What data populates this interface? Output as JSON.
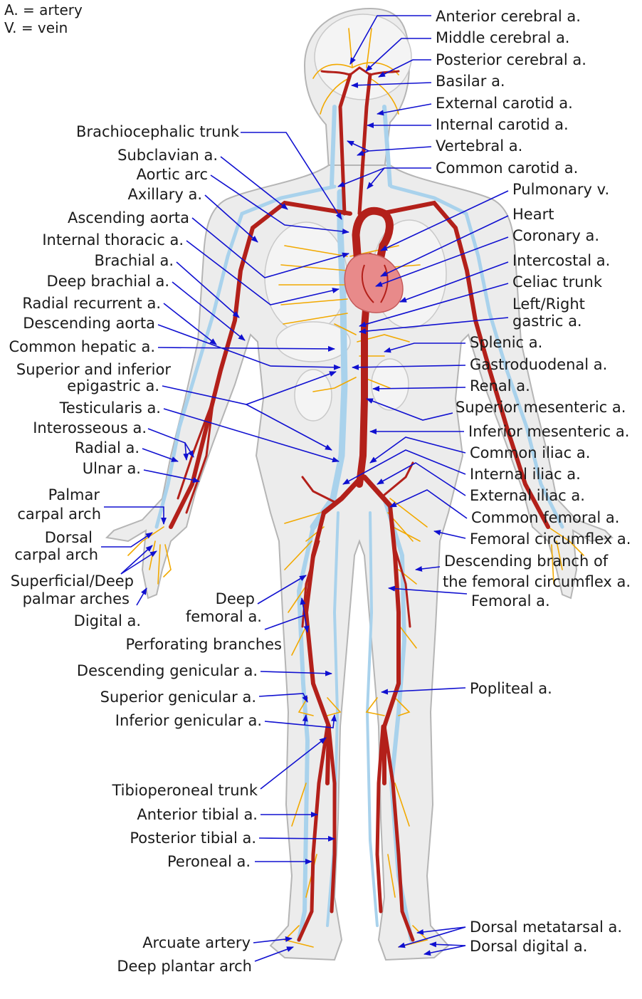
{
  "legend": {
    "artery": "A. = artery",
    "vein": "V. = vein"
  },
  "labels_right": {
    "anterior_cerebral": "Anterior cerebral a.",
    "middle_cerebral": "Middle cerebral a.",
    "posterior_cerebral": "Posterior cerebral a.",
    "basilar": "Basilar a.",
    "external_carotid": "External carotid a.",
    "internal_carotid": "Internal carotid a.",
    "vertebral": "Vertebral a.",
    "common_carotid": "Common carotid a.",
    "pulmonary_v": "Pulmonary v.",
    "heart": "Heart",
    "coronary": "Coronary a.",
    "intercostal": "Intercostal a.",
    "celiac_trunk": "Celiac trunk",
    "gastric_1": "Left/Right",
    "gastric_2": "gastric a.",
    "splenic": "Splenic a.",
    "gastroduodenal": "Gastroduodenal a.",
    "renal": "Renal a.",
    "superior_mesenteric": "Superior mesenteric a.",
    "inferior_mesenteric": "Inferior mesenteric a.",
    "common_iliac": "Common iliac a.",
    "internal_iliac": "Internal iliac a.",
    "external_iliac": "External iliac a.",
    "common_femoral": "Common femoral a.",
    "femoral_circumflex": "Femoral circumflex a.",
    "desc_branch_1": "Descending branch of",
    "desc_branch_2": "the femoral circumflex a.",
    "femoral": "Femoral a.",
    "popliteal": "Popliteal a.",
    "dorsal_metatarsal": "Dorsal metatarsal a.",
    "dorsal_digital": "Dorsal digital a."
  },
  "labels_left": {
    "brachiocephalic": "Brachiocephalic trunk",
    "subclavian": "Subclavian a.",
    "aortic_arc": "Aortic arc",
    "axillary": "Axillary a.",
    "ascending_aorta": "Ascending aorta",
    "internal_thoracic": "Internal thoracic a.",
    "brachial": "Brachial a.",
    "deep_brachial": "Deep brachial a.",
    "radial_recurrent": "Radial recurrent a.",
    "descending_aorta": "Descending aorta",
    "common_hepatic": "Common hepatic a.",
    "epigastric_1": "Superior and inferior",
    "epigastric_2": "epigastric a.",
    "testicularis": "Testicularis a.",
    "interosseous": "Interosseous a.",
    "radial": "Radial a.",
    "ulnar": "Ulnar a.",
    "palmar_carpal_1": "Palmar",
    "palmar_carpal_2": "carpal arch",
    "dorsal_carpal_1": "Dorsal",
    "dorsal_carpal_2": "carpal arch",
    "palmar_arches_1": "Superficial/Deep",
    "palmar_arches_2": "palmar arches",
    "digital": "Digital a.",
    "deep_femoral_1": "Deep",
    "deep_femoral_2": "femoral a.",
    "perforating": "Perforating branches",
    "desc_genicular": "Descending genicular a.",
    "sup_genicular": "Superior genicular a.",
    "inf_genicular": "Inferior genicular a.",
    "tibioperoneal": "Tibioperoneal trunk",
    "anterior_tibial": "Anterior tibial a.",
    "posterior_tibial": "Posterior tibial a.",
    "peroneal": "Peroneal a.",
    "arcuate": "Arcuate artery",
    "deep_plantar": "Deep plantar arch"
  },
  "colors": {
    "artery": "#b3201a",
    "vein": "#a9d2ec",
    "small_vessels": "#f2a900",
    "heart": "#e88a8a",
    "leader": "#1010d0",
    "skin": "#ececec"
  }
}
